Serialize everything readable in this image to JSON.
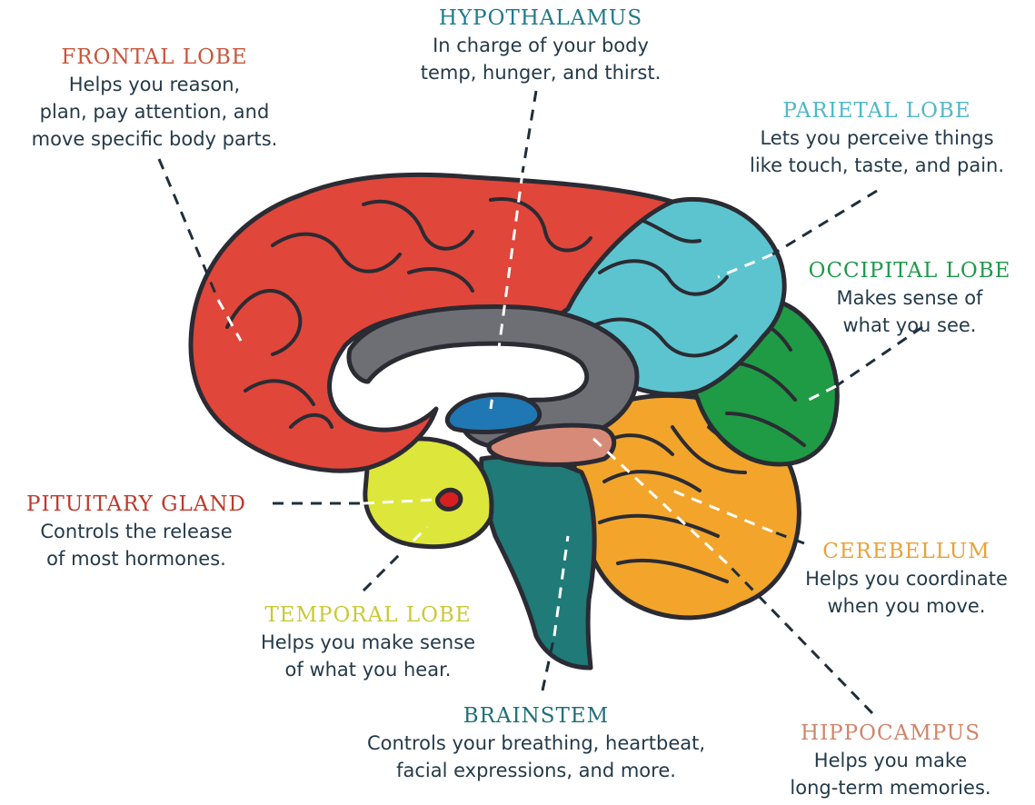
{
  "regions": [
    {
      "key": "frontal",
      "title": "FRONTAL LOBE",
      "lines": [
        "Helps you reason,",
        "plan, pay attention, and",
        "move specific body parts."
      ],
      "color": "#c8553d"
    },
    {
      "key": "hypothalamus",
      "title": "HYPOTHALAMUS",
      "lines": [
        "In charge of your body",
        "temp, hunger, and thirst."
      ],
      "color": "#1f7a8a"
    },
    {
      "key": "parietal",
      "title": "PARIETAL LOBE",
      "lines": [
        "Lets you perceive things",
        "like touch, taste, and pain."
      ],
      "color": "#4fb8c8"
    },
    {
      "key": "occipital",
      "title": "OCCIPITAL LOBE",
      "lines": [
        "Makes sense of",
        "what you see."
      ],
      "color": "#1e9a4a"
    },
    {
      "key": "pituitary",
      "title": "PITUITARY GLAND",
      "lines": [
        "Controls the release",
        "of most hormones."
      ],
      "color": "#c0392b"
    },
    {
      "key": "temporal",
      "title": "TEMPORAL LOBE",
      "lines": [
        "Helps you make sense",
        "of what you hear."
      ],
      "color": "#c9c93a"
    },
    {
      "key": "cerebellum",
      "title": "CEREBELLUM",
      "lines": [
        "Helps you coordinate",
        "when you move."
      ],
      "color": "#e8a23a"
    },
    {
      "key": "brainstem",
      "title": "BRAINSTEM",
      "lines": [
        "Controls your breathing, heartbeat,",
        "facial expressions, and more."
      ],
      "color": "#1f6f78"
    },
    {
      "key": "hippocampus",
      "title": "HIPPOCAMPUS",
      "lines": [
        "Helps you make",
        "long-term memories."
      ],
      "color": "#d0856a"
    }
  ],
  "fills": {
    "frontal": "#e0463a",
    "parietal": "#5cc4cf",
    "occipital": "#1f9a45",
    "cerebellum": "#f2a52a",
    "temporal": "#dde63a",
    "brainstem": "#1f7a78",
    "corpus": "#6e6e75",
    "hypothalamus": "#1f77b4",
    "hippocampus": "#d88a78",
    "pituitary": "#d62020"
  }
}
